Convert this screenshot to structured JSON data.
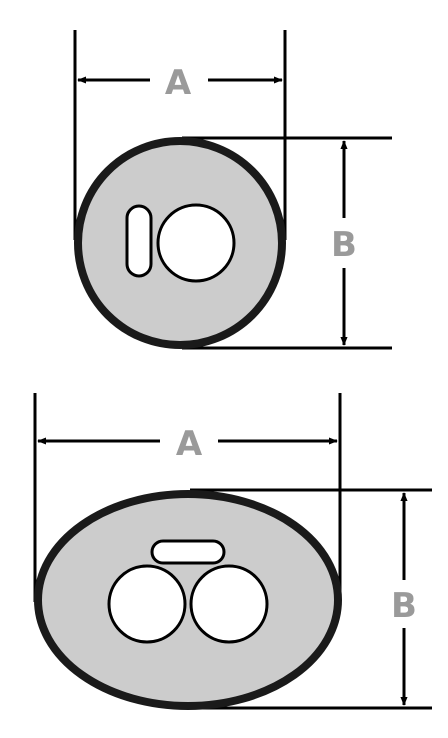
{
  "colors": {
    "outline": "#1a1a1a",
    "fill": "#cccccc",
    "label": "#9a9a9a",
    "line": "#000000"
  },
  "top_diagram": {
    "label_a": "A",
    "label_b": "B"
  },
  "bottom_diagram": {
    "label_a": "A",
    "label_b": "B"
  }
}
